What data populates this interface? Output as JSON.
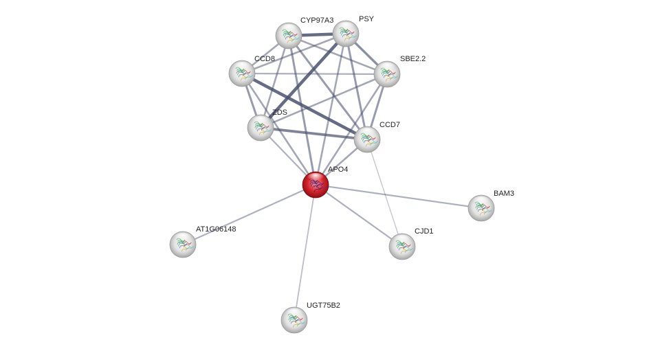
{
  "network": {
    "nodes": [
      {
        "id": "CYP97A3",
        "label": "CYP97A3",
        "query": false
      },
      {
        "id": "PSY",
        "label": "PSY",
        "query": false
      },
      {
        "id": "CCD8",
        "label": "CCD8",
        "query": false
      },
      {
        "id": "SBE2.2",
        "label": "SBE2.2",
        "query": false
      },
      {
        "id": "ZDS",
        "label": "ZDS",
        "query": false
      },
      {
        "id": "CCD7",
        "label": "CCD7",
        "query": false
      },
      {
        "id": "APO4",
        "label": "APO4",
        "query": true
      },
      {
        "id": "BAM3",
        "label": "BAM3",
        "query": false
      },
      {
        "id": "AT1G06148",
        "label": "AT1G06148",
        "query": false
      },
      {
        "id": "CJD1",
        "label": "CJD1",
        "query": false
      },
      {
        "id": "UGT75B2",
        "label": "UGT75B2",
        "query": false
      }
    ],
    "edges": [
      {
        "source": "CYP97A3",
        "target": "PSY",
        "confidence": 0.9
      },
      {
        "source": "CYP97A3",
        "target": "CCD8",
        "confidence": 0.4
      },
      {
        "source": "CYP97A3",
        "target": "SBE2.2",
        "confidence": 0.4
      },
      {
        "source": "CYP97A3",
        "target": "ZDS",
        "confidence": 0.4
      },
      {
        "source": "CYP97A3",
        "target": "CCD7",
        "confidence": 0.5
      },
      {
        "source": "CYP97A3",
        "target": "APO4",
        "confidence": 0.5
      },
      {
        "source": "PSY",
        "target": "CCD8",
        "confidence": 0.4
      },
      {
        "source": "PSY",
        "target": "SBE2.2",
        "confidence": 0.6
      },
      {
        "source": "PSY",
        "target": "ZDS",
        "confidence": 0.9
      },
      {
        "source": "PSY",
        "target": "CCD7",
        "confidence": 0.5
      },
      {
        "source": "PSY",
        "target": "APO4",
        "confidence": 0.4
      },
      {
        "source": "CCD8",
        "target": "SBE2.2",
        "confidence": 0.3
      },
      {
        "source": "CCD8",
        "target": "ZDS",
        "confidence": 0.5
      },
      {
        "source": "CCD8",
        "target": "CCD7",
        "confidence": 0.9
      },
      {
        "source": "CCD8",
        "target": "APO4",
        "confidence": 0.4
      },
      {
        "source": "SBE2.2",
        "target": "ZDS",
        "confidence": 0.4
      },
      {
        "source": "SBE2.2",
        "target": "CCD7",
        "confidence": 0.5
      },
      {
        "source": "SBE2.2",
        "target": "APO4",
        "confidence": 0.4
      },
      {
        "source": "ZDS",
        "target": "CCD7",
        "confidence": 0.7
      },
      {
        "source": "ZDS",
        "target": "APO4",
        "confidence": 0.3
      },
      {
        "source": "CCD7",
        "target": "APO4",
        "confidence": 0.4
      },
      {
        "source": "CCD7",
        "target": "CJD1",
        "confidence": 0.1
      },
      {
        "source": "APO4",
        "target": "BAM3",
        "confidence": 0.3
      },
      {
        "source": "APO4",
        "target": "AT1G06148",
        "confidence": 0.3
      },
      {
        "source": "APO4",
        "target": "CJD1",
        "confidence": 0.3
      },
      {
        "source": "APO4",
        "target": "UGT75B2",
        "confidence": 0.2
      }
    ]
  },
  "colors": {
    "background": "#ffffff",
    "edge": "#4a506e",
    "node_default": "#e6e6e6",
    "node_query": "#d9262c",
    "label": "#222222"
  }
}
